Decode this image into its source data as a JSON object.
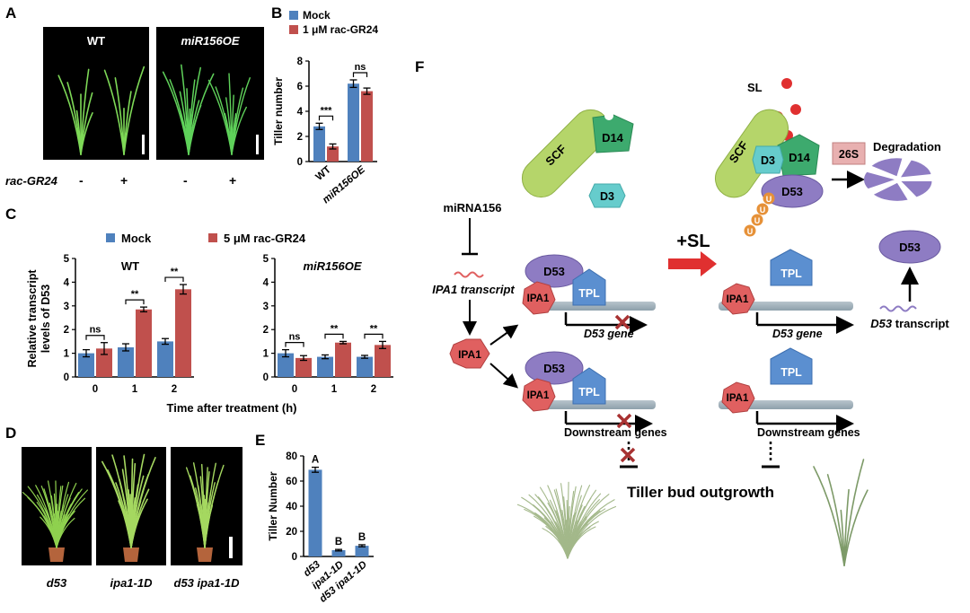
{
  "panels": {
    "A": {
      "label": "A",
      "photo1_label": "WT",
      "photo2_label": "miR156OE",
      "treatment_label": "rac-GR24",
      "marks": [
        "-",
        "+",
        "-",
        "+"
      ]
    },
    "B": {
      "label": "B",
      "legend": [
        "Mock",
        "1 μM rac-GR24"
      ],
      "sig": [
        "***",
        "ns"
      ]
    },
    "C": {
      "label": "C",
      "legend": [
        "Mock",
        "5 μM rac-GR24"
      ],
      "sub1": "WT",
      "sub2": "miR156OE",
      "ylabel_line1": "Relative transcript",
      "ylabel_line2": "levels of D53",
      "xlabel": "Time after treatment (h)",
      "sig_left": [
        "ns",
        "**",
        "**"
      ],
      "sig_right": [
        "ns",
        "**",
        "**"
      ]
    },
    "D": {
      "label": "D",
      "captions": [
        "d53",
        "ipa1-1D",
        "d53 ipa1-1D"
      ]
    },
    "E": {
      "label": "E",
      "letters": [
        "A",
        "B",
        "B"
      ]
    },
    "F": {
      "label": "F",
      "SL": "SL",
      "SCF": "SCF",
      "D14": "D14",
      "D3": "D3",
      "D53": "D53",
      "TPL": "TPL",
      "IPA1": "IPA1",
      "S26": "26S",
      "degradation": "Degradation",
      "miRNA": "miRNA156",
      "ipa1_transcript": "IPA1 transcript",
      "plusSL": "+SL",
      "d53_gene": "D53 gene",
      "d53_transcript": "D53 transcript",
      "downstream": "Downstream genes",
      "tiller": "Tiller bud outgrowth",
      "ub": "U"
    }
  },
  "colors": {
    "mock": "#4f81bd",
    "treat": "#c0504d",
    "ipa1": "#e06060",
    "d53": "#8e7cc3",
    "tpl": "#5b8fd0",
    "d14": "#3daa6e",
    "d3": "#66cccc",
    "scf": "#b5d56a",
    "sl": "#e03030",
    "ub": "#e69138",
    "s26": "#e8b0b0"
  },
  "chart_data": [
    {
      "panel": "B",
      "type": "bar",
      "categories": [
        "WT",
        "miR156OE"
      ],
      "series": [
        {
          "name": "Mock",
          "values": [
            2.8,
            6.2
          ],
          "errors": [
            0.25,
            0.3
          ]
        },
        {
          "name": "1 μM rac-GR24",
          "values": [
            1.2,
            5.6
          ],
          "errors": [
            0.2,
            0.25
          ]
        }
      ],
      "ylabel": "Tiller number",
      "ylim": [
        0,
        8
      ],
      "yticks": [
        0,
        2,
        4,
        6,
        8
      ]
    },
    {
      "panel": "C",
      "type": "bar",
      "subtitle": "WT",
      "categories": [
        "0",
        "1",
        "2"
      ],
      "series": [
        {
          "name": "Mock",
          "values": [
            1.0,
            1.25,
            1.5
          ],
          "errors": [
            0.15,
            0.15,
            0.12
          ]
        },
        {
          "name": "5 μM rac-GR24",
          "values": [
            1.2,
            2.85,
            3.7
          ],
          "errors": [
            0.25,
            0.1,
            0.2
          ]
        }
      ],
      "ylim": [
        0,
        5
      ],
      "yticks": [
        0,
        1,
        2,
        3,
        4,
        5
      ]
    },
    {
      "panel": "C",
      "type": "bar",
      "subtitle": "miR156OE",
      "categories": [
        "0",
        "1",
        "2"
      ],
      "series": [
        {
          "name": "Mock",
          "values": [
            1.0,
            0.85,
            0.85
          ],
          "errors": [
            0.15,
            0.08,
            0.06
          ]
        },
        {
          "name": "5 μM rac-GR24",
          "values": [
            0.8,
            1.45,
            1.35
          ],
          "errors": [
            0.1,
            0.05,
            0.15
          ]
        }
      ],
      "ylim": [
        0,
        5
      ],
      "yticks": [
        0,
        1,
        2,
        3,
        4,
        5
      ]
    },
    {
      "panel": "E",
      "type": "bar",
      "categories": [
        "d53",
        "ipa1-1D",
        "d53 ipa1-1D"
      ],
      "series": [
        {
          "name": "",
          "values": [
            69,
            5,
            8.5
          ],
          "errors": [
            2,
            0.6,
            0.8
          ]
        }
      ],
      "ylabel": "Tiller Number",
      "ylim": [
        0,
        80
      ],
      "yticks": [
        0,
        20,
        40,
        60,
        80
      ]
    }
  ]
}
